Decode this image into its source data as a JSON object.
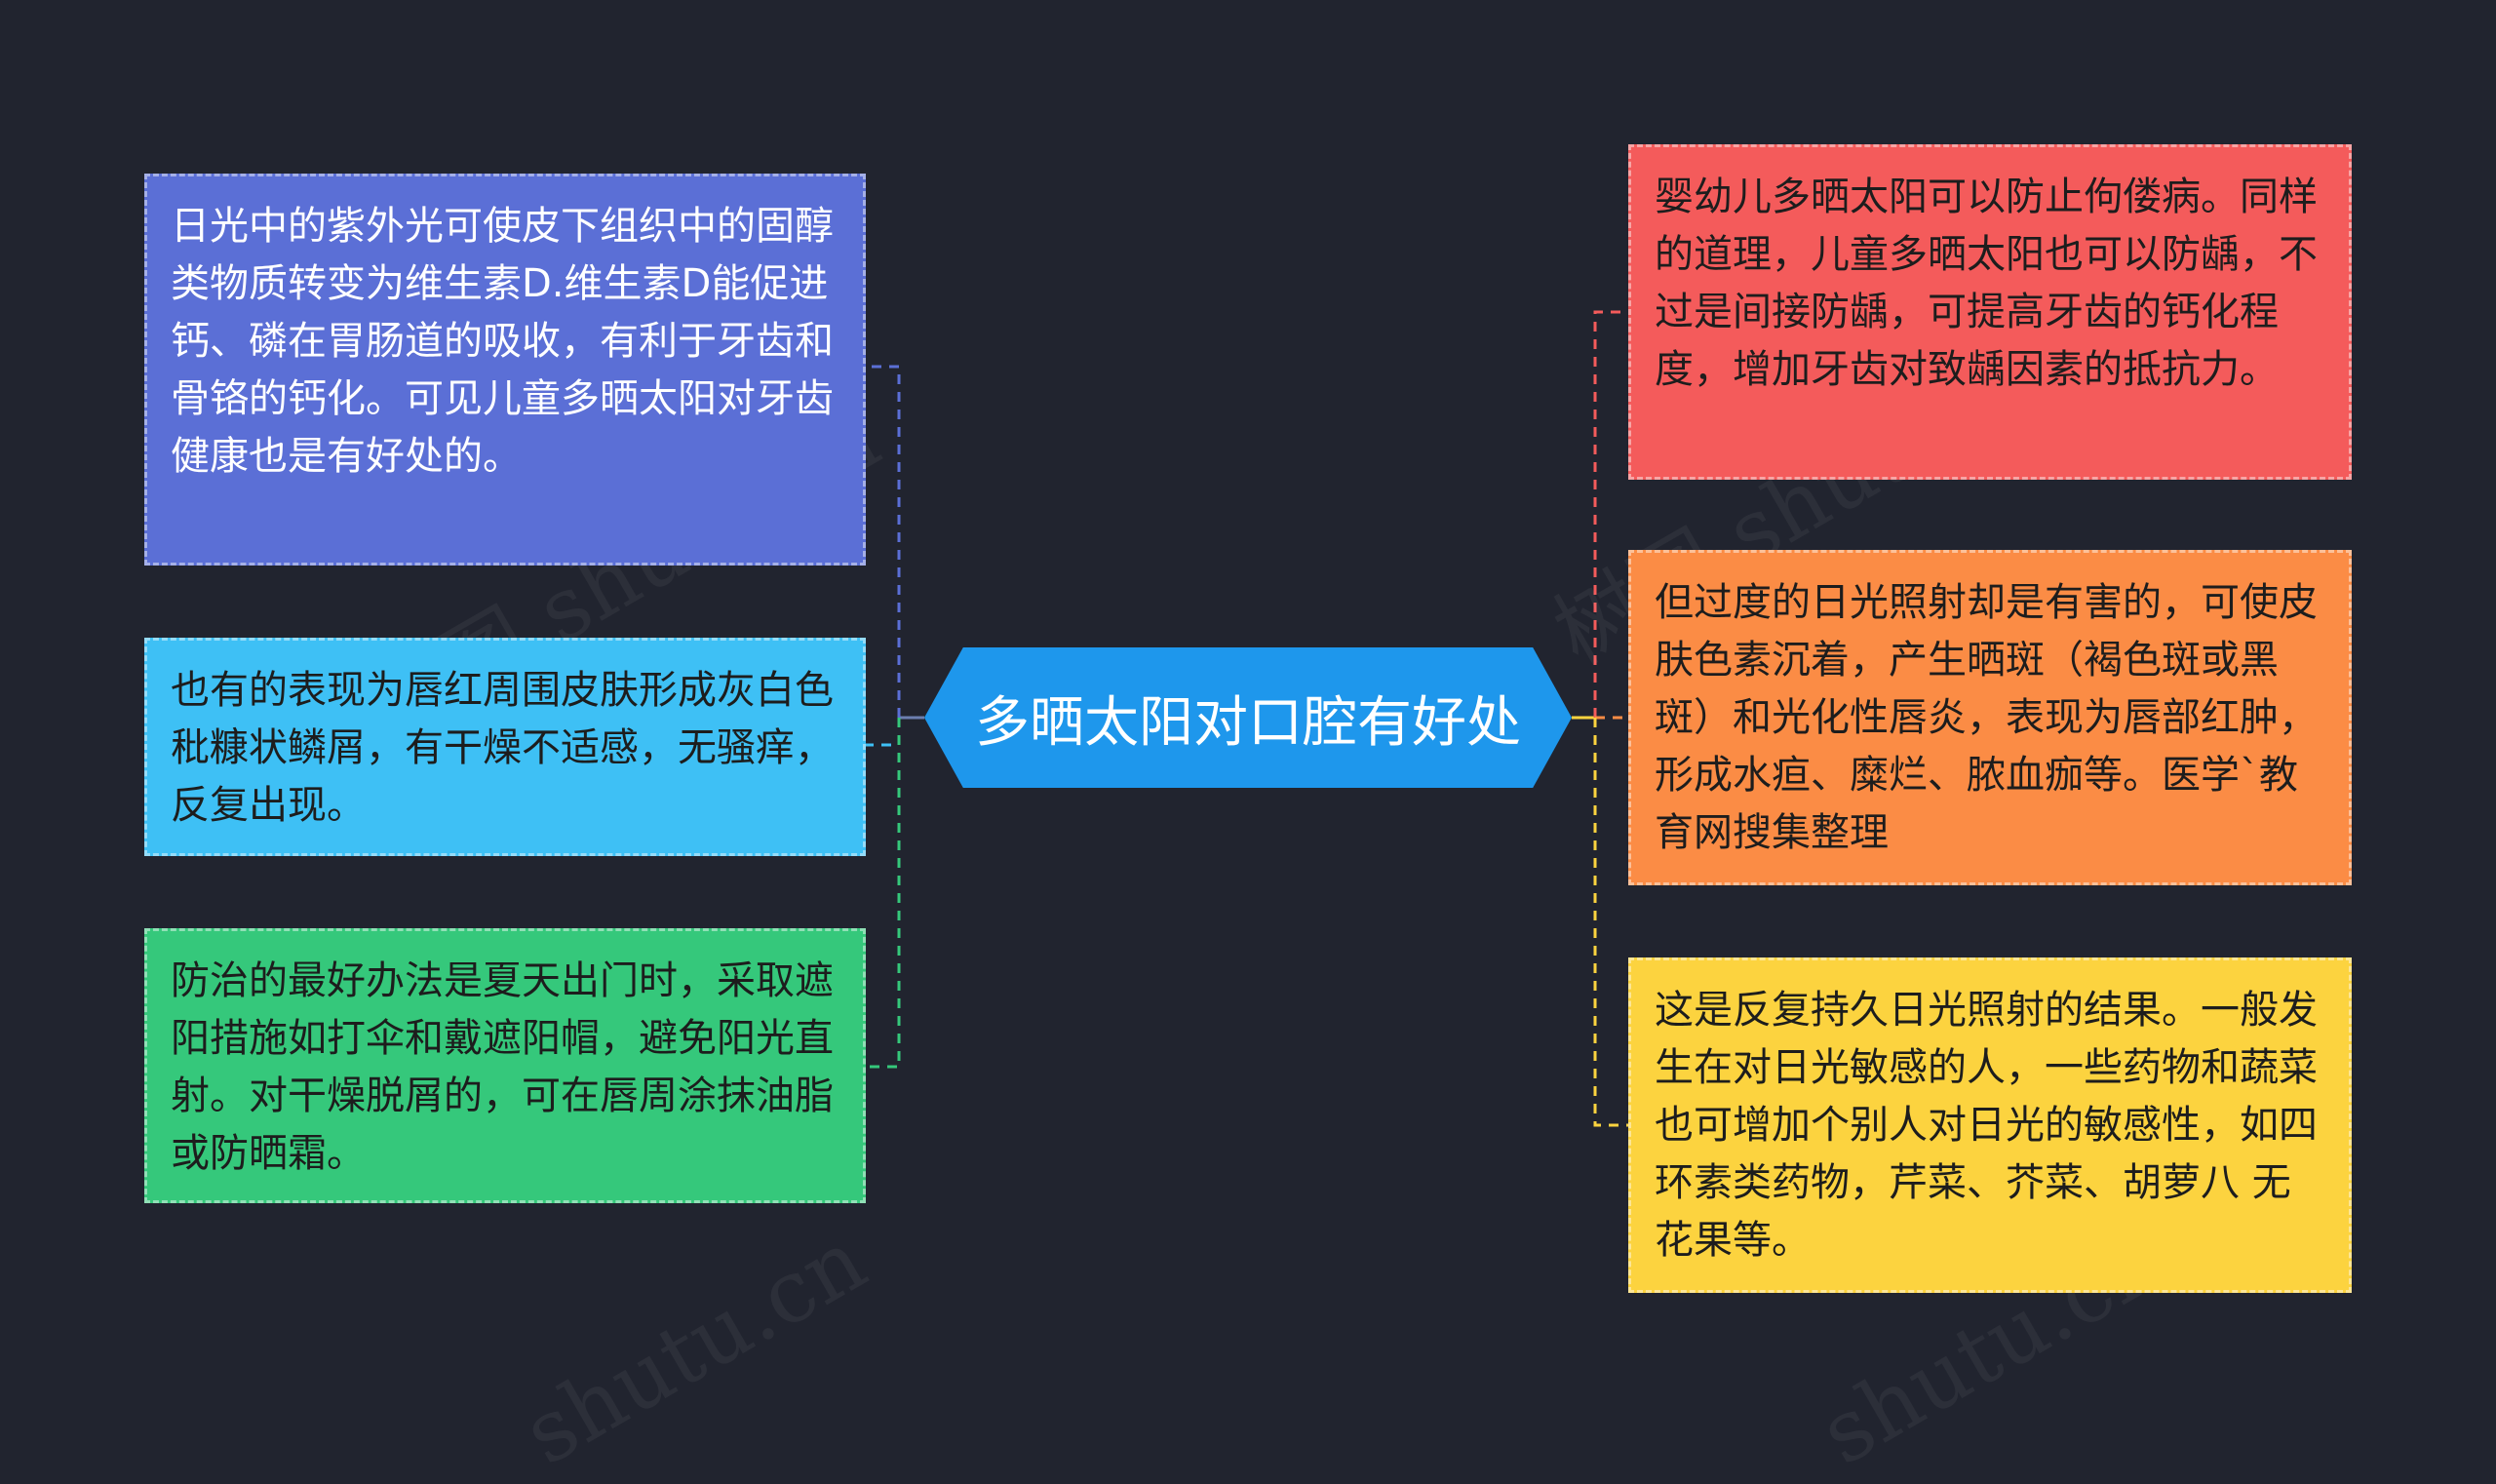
{
  "center": {
    "text": "多晒太阳对口腔有好处",
    "color": "#1e97ec"
  },
  "left_nodes": [
    {
      "text": "日光中的紫外光可使皮下组织中的固醇类物质转变为维生素D.维生素D能促进钙、磷在胃肠道的吸收，有利于牙齿和骨铬的钙化。可见儿童多晒太阳对牙齿健康也是有好处的。",
      "color": "#5b6fd6"
    },
    {
      "text": "也有的表现为唇红周围皮肤形成灰白色秕糠状鳞屑，有干燥不适感，无骚痒，反复出现。",
      "color": "#3ec0f5"
    },
    {
      "text": "防治的最好办法是夏天出门时，采取遮阳措施如打伞和戴遮阳帽，避免阳光直射。对干燥脱屑的，可在唇周涂抹油脂或防晒霜。",
      "color": "#35c87b"
    }
  ],
  "right_nodes": [
    {
      "text": "婴幼儿多晒太阳可以防止佝偻病。同样的道理，儿童多晒太阳也可以防龋，不过是间接防龋，可提高牙齿的钙化程度，增加牙齿对致龋因素的抵抗力。",
      "color": "#f45b5b"
    },
    {
      "text": "但过度的日光照射却是有害的，可使皮肤色素沉着，产生晒斑（褐色斑或黑斑）和光化性唇炎，表现为唇部红肿，形成水疸、糜烂、脓血痂等。医学`教育网搜集整理",
      "color": "#fb8c45"
    },
    {
      "text": "这是反复持久日光照射的结果。一般发生在对日光敏感的人，一些药物和蔬菜也可增加个别人对日光的敏感性，如四环素类药物，芹菜、芥菜、胡萝八 无花果等。",
      "color": "#fcd33f"
    }
  ]
}
